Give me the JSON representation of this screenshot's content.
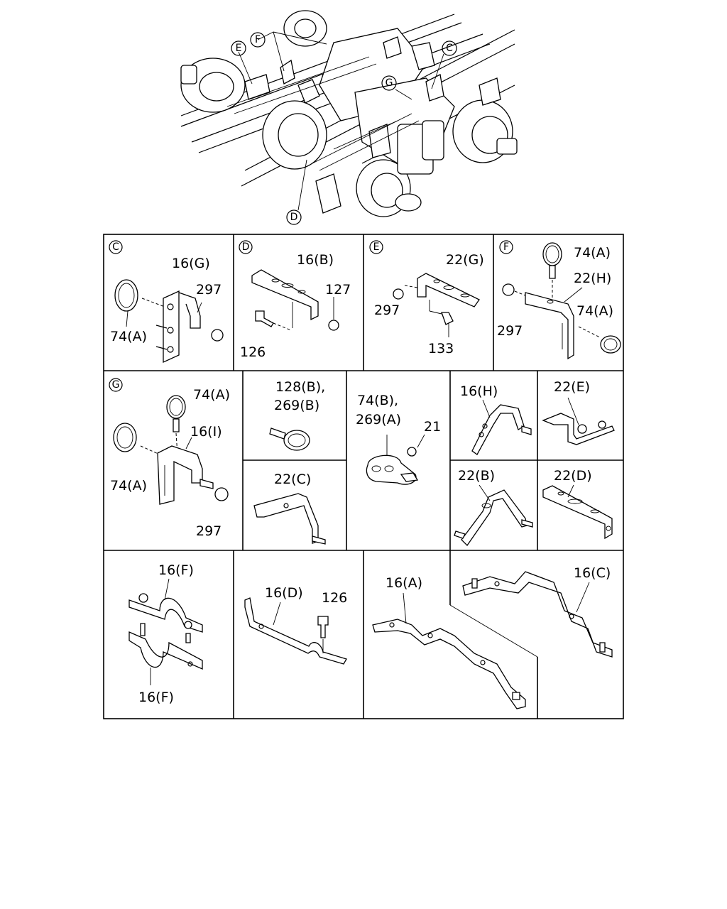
{
  "overview": {
    "callouts": [
      "C",
      "D",
      "E",
      "F",
      "G"
    ]
  },
  "panels": {
    "C": {
      "callout": "C",
      "labels": [
        "16(G)",
        "297",
        "74(A)"
      ]
    },
    "D": {
      "callout": "D",
      "labels": [
        "16(B)",
        "127",
        "126"
      ]
    },
    "E": {
      "callout": "E",
      "labels": [
        "22(G)",
        "297",
        "133"
      ]
    },
    "F": {
      "callout": "F",
      "labels": [
        "74(A)",
        "22(H)",
        "74(A)",
        "297"
      ]
    },
    "G": {
      "callout": "G",
      "labels": [
        "74(A)",
        "16(I)",
        "74(A)",
        "297"
      ]
    },
    "p128": {
      "labels": [
        "128(B),",
        "269(B)"
      ]
    },
    "p22C": {
      "labels": [
        "22(C)"
      ]
    },
    "p74B": {
      "labels": [
        "74(B),",
        "269(A)",
        "21"
      ]
    },
    "p16H": {
      "labels": [
        "16(H)"
      ]
    },
    "p22E": {
      "labels": [
        "22(E)"
      ]
    },
    "p22B": {
      "labels": [
        "22(B)"
      ]
    },
    "p22D": {
      "labels": [
        "22(D)"
      ]
    },
    "p16F": {
      "labels": [
        "16(F)",
        "16(F)"
      ]
    },
    "p16D": {
      "labels": [
        "16(D)",
        "126"
      ]
    },
    "p16A": {
      "labels": [
        "16(A)"
      ]
    },
    "p16C": {
      "labels": [
        "16(C)"
      ]
    }
  }
}
